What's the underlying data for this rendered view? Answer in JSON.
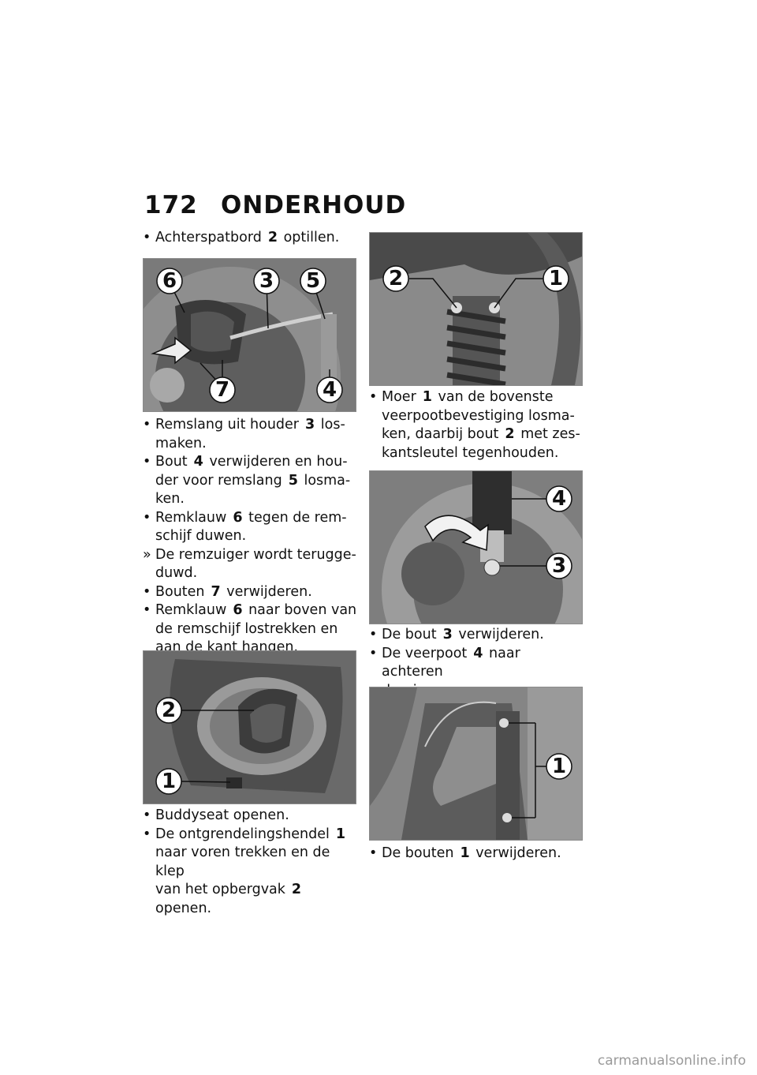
{
  "header": {
    "page_number": "172",
    "title": "ONDERHOUD"
  },
  "left_column": {
    "step1": {
      "a": "Achterspatbord",
      "n": "2",
      "b": "optillen."
    },
    "fig1": {
      "callouts": [
        "6",
        "3",
        "5",
        "7",
        "4"
      ]
    },
    "steps_a": [
      {
        "marker": "•",
        "a": "Remslang uit houder",
        "n": "3",
        "b": "los-",
        "lines": [
          "maken."
        ]
      },
      {
        "marker": "•",
        "a": "Bout",
        "n": "4",
        "b": "verwijderen en hou-",
        "lines": [
          "der voor remslang",
          "losma-"
        ],
        "n2": "5",
        "lines2": [
          "ken."
        ]
      },
      {
        "marker": "•",
        "a": "Remklauw",
        "n": "6",
        "b": "tegen de rem-",
        "lines": [
          "schijf duwen."
        ]
      },
      {
        "marker": "»",
        "a": "De remzuiger wordt terugge-",
        "lines": [
          "duwd."
        ]
      },
      {
        "marker": "•",
        "a": "Bouten",
        "n": "7",
        "b": "verwijderen."
      },
      {
        "marker": "•",
        "a": "Remklauw",
        "n": "6",
        "b": "naar boven van",
        "lines": [
          "de remschijf lostrekken en",
          "aan de kant hangen."
        ]
      }
    ],
    "fig2": {
      "callouts": [
        "2",
        "1"
      ]
    },
    "steps_b": [
      {
        "marker": "•",
        "a": "Buddyseat openen."
      },
      {
        "marker": "•",
        "a": "De ontgrendelingshendel",
        "n": "1",
        "lines": [
          "naar voren trekken en de klep",
          "van het opbergvak"
        ],
        "n2": "2",
        "b2": "openen."
      }
    ]
  },
  "right_column": {
    "fig3": {
      "callouts": [
        "2",
        "1"
      ]
    },
    "steps_a": [
      {
        "marker": "•",
        "a": "Moer",
        "n": "1",
        "b": "van de bovenste",
        "lines": [
          "veerpootbevestiging losma-",
          "ken, daarbij bout"
        ],
        "n2": "2",
        "b2": "met zes-",
        "lines2": [
          "kantsleutel tegenhouden."
        ]
      }
    ],
    "fig4": {
      "callouts": [
        "4",
        "3"
      ]
    },
    "steps_b": [
      {
        "marker": "•",
        "a": "De bout",
        "n": "3",
        "b": "verwijderen."
      },
      {
        "marker": "•",
        "a": "De veerpoot",
        "n": "4",
        "b": "naar achteren",
        "lines": [
          "draaien."
        ]
      }
    ],
    "fig5": {
      "callouts": [
        "1"
      ]
    },
    "steps_c": [
      {
        "marker": "•",
        "a": "De bouten",
        "n": "1",
        "b": "verwijderen."
      }
    ]
  },
  "footer": {
    "watermark": "carmanualsonline.info"
  }
}
